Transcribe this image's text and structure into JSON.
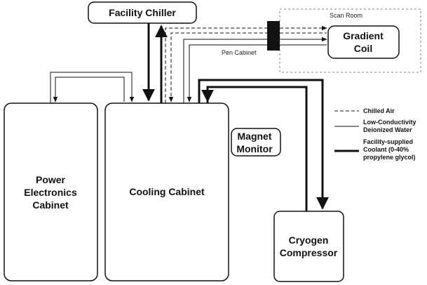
{
  "diagram": {
    "nodes": {
      "facility_chiller": "Facility Chiller",
      "scan_room": "Scan Room",
      "gradient_coil": [
        "Gradient",
        "Coil"
      ],
      "pen_cabinet": "Pen Cabinet",
      "power_electronics": [
        "Power",
        "Electronics",
        "Cabinet"
      ],
      "cooling_cabinet": "Cooling Cabinet",
      "magnet_monitor": [
        "Magnet",
        "Monitor"
      ],
      "cryogen_compressor": [
        "Cryogen",
        "Compressor"
      ]
    },
    "legend": {
      "chilled_air": "Chilled Air",
      "deionized_water": [
        "Low-Conductivity",
        "Deionized Water"
      ],
      "coolant": [
        "Facility-supplied",
        "Coolant (0-40%",
        "propylene glycol)"
      ]
    },
    "colors": {
      "stroke": "#111111",
      "scan_room_border": "#888888",
      "pen_cabinet_fill": "#111111"
    }
  }
}
